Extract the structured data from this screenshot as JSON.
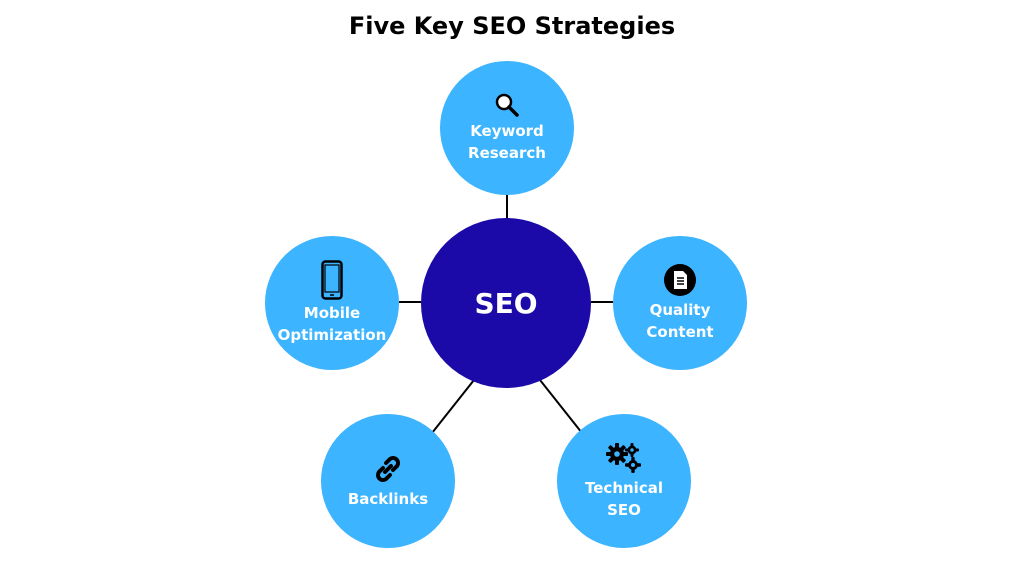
{
  "title": "Five Key SEO Strategies",
  "colors": {
    "center": "#1b0aa8",
    "outer": "#3cb4ff",
    "line": "#000000"
  },
  "center": {
    "label": "SEO"
  },
  "strategies": [
    {
      "label_line1": "Keyword",
      "label_line2": "Research",
      "icon": "magnifier-icon"
    },
    {
      "label_line1": "Quality",
      "label_line2": "Content",
      "icon": "document-icon"
    },
    {
      "label_line1": "Technical",
      "label_line2": "SEO",
      "icon": "gears-icon"
    },
    {
      "label_line1": "Backlinks",
      "label_line2": "",
      "icon": "link-icon"
    },
    {
      "label_line1": "Mobile",
      "label_line2": "Optimization",
      "icon": "smartphone-icon"
    }
  ]
}
